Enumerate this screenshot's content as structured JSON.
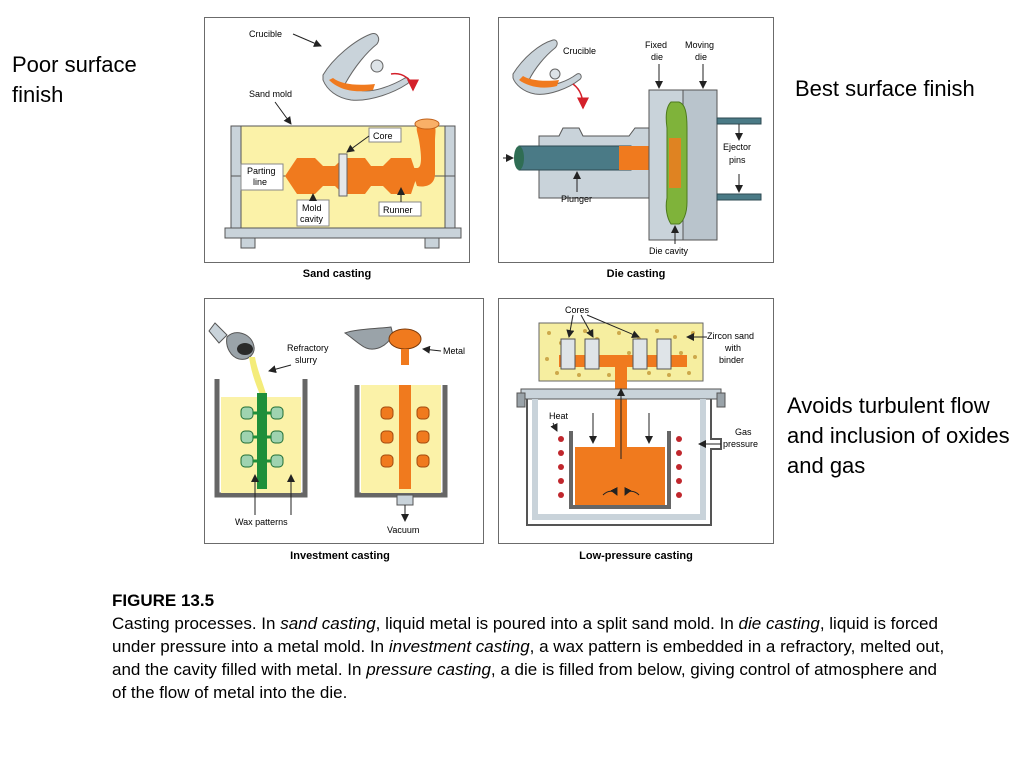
{
  "notes": {
    "left": "Poor surface finish",
    "right_top": "Best surface finish",
    "right_bottom": "Avoids turbulent flow and inclusion of oxides and gas"
  },
  "panels": {
    "sand": {
      "caption": "Sand casting",
      "labels": {
        "crucible": "Crucible",
        "sand_mold": "Sand mold",
        "core": "Core",
        "parting_1": "Parting",
        "parting_2": "line",
        "mold_cavity_1": "Mold",
        "mold_cavity_2": "cavity",
        "runner": "Runner"
      }
    },
    "die": {
      "caption": "Die casting",
      "labels": {
        "crucible": "Crucible",
        "fixed_1": "Fixed",
        "fixed_2": "die",
        "moving_1": "Moving",
        "moving_2": "die",
        "ejector_1": "Ejector",
        "ejector_2": "pins",
        "plunger": "Plunger",
        "die_cavity": "Die cavity"
      }
    },
    "investment": {
      "caption": "Investment casting",
      "labels": {
        "slurry_1": "Refractory",
        "slurry_2": "slurry",
        "metal": "Metal",
        "wax": "Wax patterns",
        "vacuum": "Vacuum"
      }
    },
    "lowpressure": {
      "caption": "Low-pressure casting",
      "labels": {
        "cores": "Cores",
        "zircon_1": "Zircon sand",
        "zircon_2": "with",
        "zircon_3": "binder",
        "heat": "Heat",
        "gas_1": "Gas",
        "gas_2": "pressure"
      }
    }
  },
  "figure": {
    "title": "FIGURE 13.5",
    "t1": "Casting processes. In ",
    "e1": "sand casting",
    "t2": ", liquid metal is poured into a split sand mold. In ",
    "e2": "die casting",
    "t3": ", liquid is forced under pressure into a metal mold. In ",
    "e3": "investment casting",
    "t4": ", a wax pattern is embedded in a refractory, melted out, and the cavity filled with metal. In ",
    "e4": "pressure casting",
    "t5": ", a die is filled from below, giving control of atmosphere and of the flow of metal into the die."
  },
  "colors": {
    "molten_metal": "#f07a1e",
    "mold_fill": "#fbf2a8",
    "die_steel": "#c9d3da",
    "wax_green": "#1f8f3a",
    "heater_red": "#c0272d",
    "arrow_red": "#d4202a"
  }
}
